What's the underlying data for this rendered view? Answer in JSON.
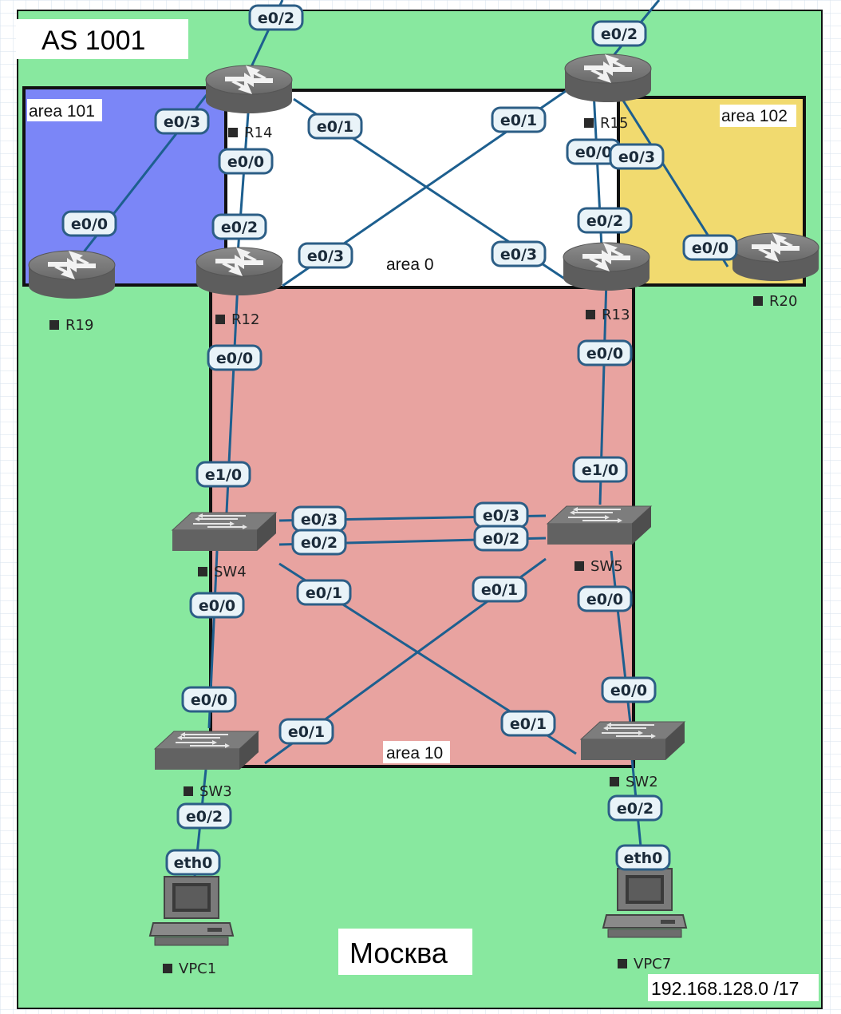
{
  "as_label": "AS 1001",
  "city_label": "Москва",
  "network_label": "192.168.128.0 /17",
  "areas": [
    {
      "id": "area101",
      "label": "area 101"
    },
    {
      "id": "area102",
      "label": "area 102"
    },
    {
      "id": "area0",
      "label": "area 0"
    },
    {
      "id": "area10",
      "label": "area 10"
    }
  ],
  "devices": [
    {
      "id": "R14",
      "type": "router",
      "label": "R14"
    },
    {
      "id": "R15",
      "type": "router",
      "label": "R15"
    },
    {
      "id": "R12",
      "type": "router",
      "label": "R12"
    },
    {
      "id": "R13",
      "type": "router",
      "label": "R13"
    },
    {
      "id": "R19",
      "type": "router",
      "label": "R19"
    },
    {
      "id": "R20",
      "type": "router",
      "label": "R20"
    },
    {
      "id": "SW4",
      "type": "switch",
      "label": "SW4"
    },
    {
      "id": "SW5",
      "type": "switch",
      "label": "SW5"
    },
    {
      "id": "SW3",
      "type": "switch",
      "label": "SW3"
    },
    {
      "id": "SW2",
      "type": "switch",
      "label": "SW2"
    },
    {
      "id": "VPC1",
      "type": "pc",
      "label": "VPC1"
    },
    {
      "id": "VPC7",
      "type": "pc",
      "label": "VPC7"
    }
  ],
  "links": [
    {
      "id": "r14-up",
      "a": "R14",
      "a_port": "e0/2",
      "b": "",
      "b_port": ""
    },
    {
      "id": "r15-up",
      "a": "R15",
      "a_port": "e0/2",
      "b": "",
      "b_port": ""
    },
    {
      "id": "r14-r19",
      "a": "R14",
      "a_port": "e0/3",
      "b": "R19",
      "b_port": "e0/0"
    },
    {
      "id": "r14-r12",
      "a": "R14",
      "a_port": "e0/0",
      "b": "R12",
      "b_port": "e0/2"
    },
    {
      "id": "r14-r13",
      "a": "R14",
      "a_port": "e0/1",
      "b": "R13",
      "b_port": "e0/3"
    },
    {
      "id": "r15-r12",
      "a": "R15",
      "a_port": "e0/1",
      "b": "R12",
      "b_port": "e0/3"
    },
    {
      "id": "r15-r13",
      "a": "R15",
      "a_port": "e0/0",
      "b": "R13",
      "b_port": "e0/2"
    },
    {
      "id": "r15-r20",
      "a": "R15",
      "a_port": "e0/3",
      "b": "R20",
      "b_port": "e0/0"
    },
    {
      "id": "r12-sw4",
      "a": "R12",
      "a_port": "e0/0",
      "b": "SW4",
      "b_port": "e1/0"
    },
    {
      "id": "r13-sw5",
      "a": "R13",
      "a_port": "e0/0",
      "b": "SW5",
      "b_port": "e1/0"
    },
    {
      "id": "sw4-sw5-a",
      "a": "SW4",
      "a_port": "e0/3",
      "b": "SW5",
      "b_port": "e0/3"
    },
    {
      "id": "sw4-sw5-b",
      "a": "SW4",
      "a_port": "e0/2",
      "b": "SW5",
      "b_port": "e0/2"
    },
    {
      "id": "sw4-sw3",
      "a": "SW4",
      "a_port": "e0/0",
      "b": "SW3",
      "b_port": "e0/0"
    },
    {
      "id": "sw4-sw2",
      "a": "SW4",
      "a_port": "e0/1",
      "b": "SW2",
      "b_port": "e0/1"
    },
    {
      "id": "sw5-sw3",
      "a": "SW5",
      "a_port": "e0/1",
      "b": "SW3",
      "b_port": "e0/1"
    },
    {
      "id": "sw5-sw2",
      "a": "SW5",
      "a_port": "e0/0",
      "b": "SW2",
      "b_port": "e0/0"
    },
    {
      "id": "sw3-vpc1",
      "a": "SW3",
      "a_port": "e0/2",
      "b": "VPC1",
      "b_port": "eth0"
    },
    {
      "id": "sw2-vpc7",
      "a": "SW2",
      "a_port": "e0/2",
      "b": "VPC7",
      "b_port": "eth0"
    }
  ],
  "colors": {
    "as_background": "#88e89f",
    "area101": "#7b86f7",
    "area102": "#f1da6f",
    "area0": "#ffffff",
    "area10": "#e8a3a0",
    "link": "#1d5f8f",
    "port_fill": "#e9f3f8",
    "port_border": "#2c5e86",
    "device": "#6b6b6b"
  }
}
